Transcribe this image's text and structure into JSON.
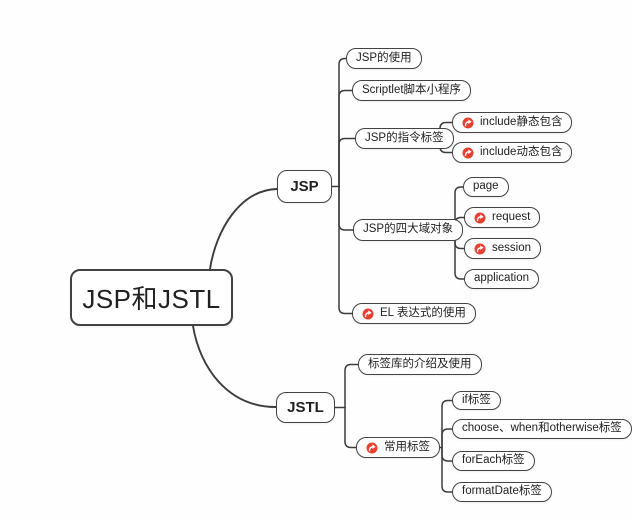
{
  "canvas_background": "#fefefe",
  "colors": {
    "node_border": "#424242",
    "node_fill": "#ffffff",
    "text": "#212121",
    "connector_line": "#3c3c3c",
    "marker_red": "#e8402e"
  },
  "marker_icon": "red-circle-arrow-icon",
  "mindmap": {
    "root": {
      "id": "root",
      "label": "JSP和JSTL"
    },
    "branches": [
      {
        "id": "jsp",
        "label": "JSP",
        "children": [
          {
            "id": "jsp-usage",
            "label": "JSP的使用"
          },
          {
            "id": "scriptlet",
            "label": "Scriptlet脚本小程序"
          },
          {
            "id": "directive",
            "label": "JSP的指令标签",
            "children": [
              {
                "id": "include-static",
                "label": "include静态包含",
                "marker": "red-circle-arrow-icon"
              },
              {
                "id": "include-dynamic",
                "label": "include动态包含",
                "marker": "red-circle-arrow-icon"
              }
            ]
          },
          {
            "id": "scopes",
            "label": "JSP的四大域对象",
            "children": [
              {
                "id": "page",
                "label": "page"
              },
              {
                "id": "request",
                "label": "request",
                "marker": "red-circle-arrow-icon"
              },
              {
                "id": "session",
                "label": "session",
                "marker": "red-circle-arrow-icon"
              },
              {
                "id": "application",
                "label": "application"
              }
            ]
          },
          {
            "id": "el",
            "label": "EL 表达式的使用",
            "marker": "red-circle-arrow-icon"
          }
        ]
      },
      {
        "id": "jstl",
        "label": "JSTL",
        "children": [
          {
            "id": "taglib-intro",
            "label": "标签库的介绍及使用"
          },
          {
            "id": "common-tags",
            "label": "常用标签",
            "marker": "red-circle-arrow-icon",
            "children": [
              {
                "id": "if-tag",
                "label": "if标签"
              },
              {
                "id": "choose-tag",
                "label": "choose、when和otherwise标签"
              },
              {
                "id": "foreach-tag",
                "label": "forEach标签"
              },
              {
                "id": "formatdate-tag",
                "label": "formatDate标签"
              }
            ]
          }
        ]
      }
    ]
  }
}
